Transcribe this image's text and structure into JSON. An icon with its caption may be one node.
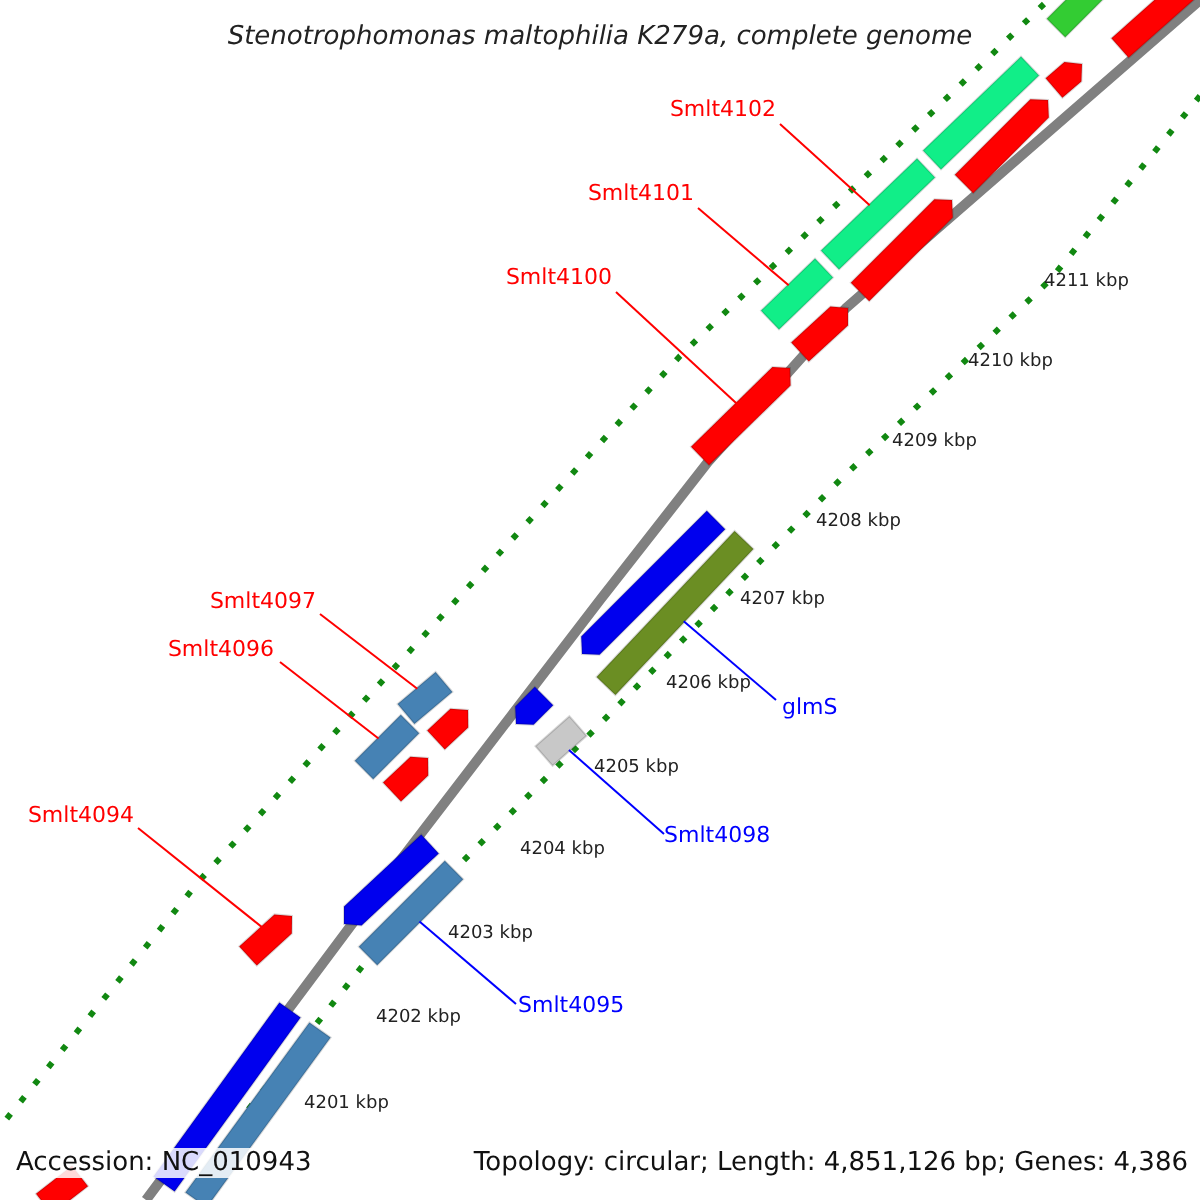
{
  "diagram": {
    "title": "Stenotrophomonas maltophilia K279a, complete genome",
    "nodes": [
      {
        "text": [
          "Smlt4102"
        ]
      },
      {
        "text": [],
        "shape": "bar"
      },
      {
        "text": [
          "Smlt4101"
        ]
      },
      {
        "text": [],
        "shape": "bar"
      },
      {
        "text": [
          "Smlt4100"
        ]
      },
      {
        "text": [],
        "shape": "bar"
      },
      {
        "text": [
          "Smlt4097"
        ]
      },
      {
        "text": [],
        "shape": "bar"
      },
      {
        "text": [
          "Smlt4096"
        ]
      },
      {
        "text": [],
        "shape": "bar"
      },
      {
        "text": [
          "Smlt4094"
        ]
      },
      {
        "text": [],
        "shape": "bar"
      },
      {
        "text": [
          "glmS"
        ]
      },
      {
        "text": [],
        "shape": "bar"
      },
      {
        "text": [
          "Smlt4098"
        ]
      },
      {
        "text": [],
        "shape": "bar"
      },
      {
        "text": [
          "Smlt4095"
        ]
      },
      {
        "text": [],
        "shape": "bar"
      },
      {
        "text": [],
        "shape": "bar"
      },
      {
        "text": [],
        "shape": "bar"
      },
      {
        "text": [],
        "shape": "bar"
      },
      {
        "text": [],
        "shape": "bar"
      },
      {
        "text": [],
        "shape": "bar"
      },
      {
        "text": [],
        "shape": "bar"
      },
      {
        "text": [],
        "shape": "bar"
      },
      {
        "text": [],
        "shape": "bar"
      },
      {
        "text": [],
        "shape": "bar"
      },
      {
        "text": [],
        "shape": "bar"
      },
      {
        "text": [],
        "shape": "bar"
      },
      {
        "text": [],
        "shape": "bar"
      },
      {
        "text": [],
        "shape": "bar"
      },
      {
        "text": [],
        "shape": "bar"
      },
      {
        "text": [],
        "shape": "bar"
      }
    ],
    "edges": [
      {
        "from": 0,
        "to": 1,
        "arrow": "none",
        "color": "#ff0000"
      },
      {
        "from": 2,
        "to": 3,
        "arrow": "none",
        "color": "#ff0000"
      },
      {
        "from": 4,
        "to": 5,
        "arrow": "none",
        "color": "#ff0000"
      },
      {
        "from": 6,
        "to": 7,
        "arrow": "none",
        "color": "#ff0000"
      },
      {
        "from": 8,
        "to": 9,
        "arrow": "none",
        "color": "#ff0000"
      },
      {
        "from": 10,
        "to": 11,
        "arrow": "none",
        "color": "#ff0000"
      },
      {
        "from": 12,
        "to": 13,
        "arrow": "none",
        "color": "#0000ff"
      },
      {
        "from": 14,
        "to": 15,
        "arrow": "none",
        "color": "#0000ff"
      },
      {
        "from": 16,
        "to": 17,
        "arrow": "none",
        "color": "#0000ff"
      }
    ],
    "labels": [
      "4211 kbp",
      "4210 kbp",
      "4209 kbp",
      "4208 kbp",
      "4207 kbp",
      "4206 kbp",
      "4205 kbp",
      "4204 kbp",
      "4203 kbp",
      "4202 kbp",
      "4201 kbp",
      "Accession: NC_010943",
      "Topology: circular; Length: 4,851,126 bp; Genes: 4,386"
    ]
  }
}
